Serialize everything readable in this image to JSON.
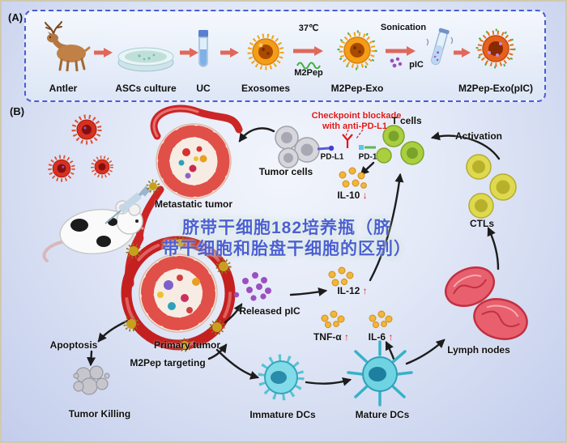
{
  "colors": {
    "panel_border_blue": "#4a5cd6",
    "checkpoint_red": "#e01818",
    "watermark_blue": "#4d5fd4",
    "flow_arrow_red": "#e0685a",
    "exosome_orange": "#f59d16",
    "pic_purple": "#9b4fc0",
    "dc_teal": "#6fd3e2",
    "lymph_red": "#e8606e"
  },
  "icons": {
    "panel_a": [
      "antler-icon",
      "petri-dish-icon",
      "uc-tube-icon",
      "exosome-icon",
      "m2pep-peptide-icon",
      "m2pep-exo-icon",
      "pic-dots-icon",
      "sonication-tube-icon",
      "m2pep-exo-pic-icon",
      "flow-arrow-icon"
    ],
    "panel_b": [
      "mouse-icon",
      "syringe-icon",
      "injected-particle-icon",
      "metastatic-tumor-icon",
      "primary-tumor-icon",
      "blood-vessel-icon",
      "tumor-cell-icon",
      "t-cell-icon",
      "ctl-cell-icon",
      "immature-dc-icon",
      "mature-dc-icon",
      "lymph-node-icon",
      "cytokine-dots-icon",
      "released-pic-dots-icon",
      "apoptotic-cell-icon",
      "black-arrow-icon"
    ]
  },
  "panel_a": {
    "label": "(A)",
    "steps": [
      {
        "label": "Antler"
      },
      {
        "label": "ASCs culture"
      },
      {
        "label": "UC"
      },
      {
        "label": "Exosomes"
      },
      {
        "label": "M2Pep-Exo"
      },
      {
        "label": "M2Pep-Exo(pIC)"
      }
    ],
    "step1_annotation_top": "37℃",
    "step1_annotation_bottom": "M2Pep",
    "step2_annotation_top": "Sonication",
    "step2_annotation_bottom": "pIC"
  },
  "panel_b": {
    "label": "(B)",
    "checkpoint_line1": "Checkpoint blockade",
    "checkpoint_line2": "with anti-PD-L1",
    "t_cells": "T cells",
    "tumor_cells": "Tumor cells",
    "pd_l1": "PD-L1",
    "pd_1": "PD-1",
    "activation": "Activation",
    "metastatic_tumor": "Metastatic tumor",
    "il10": "IL-10",
    "il10_arrow": "↓",
    "ctls": "CTLs",
    "il12": "IL-12",
    "il12_arrow": "↑",
    "released_pic": "Released pIC",
    "tnf_alpha": "TNF-α",
    "tnf_arrow": "↑",
    "il6": "IL-6",
    "il6_arrow": "↑",
    "lymph_nodes": "Lymph nodes",
    "apoptosis": "Apoptosis",
    "primary_tumor": "Primary tumor",
    "m2pep_targeting": "M2Pep targeting",
    "tumor_killing": "Tumor Killing",
    "immature_dcs": "Immature DCs",
    "mature_dcs": "Mature DCs",
    "watermark_line1": "脐带干细胞182培养瓶（脐",
    "watermark_line2": "带干细胞和胎盘干细胞的区别）"
  }
}
